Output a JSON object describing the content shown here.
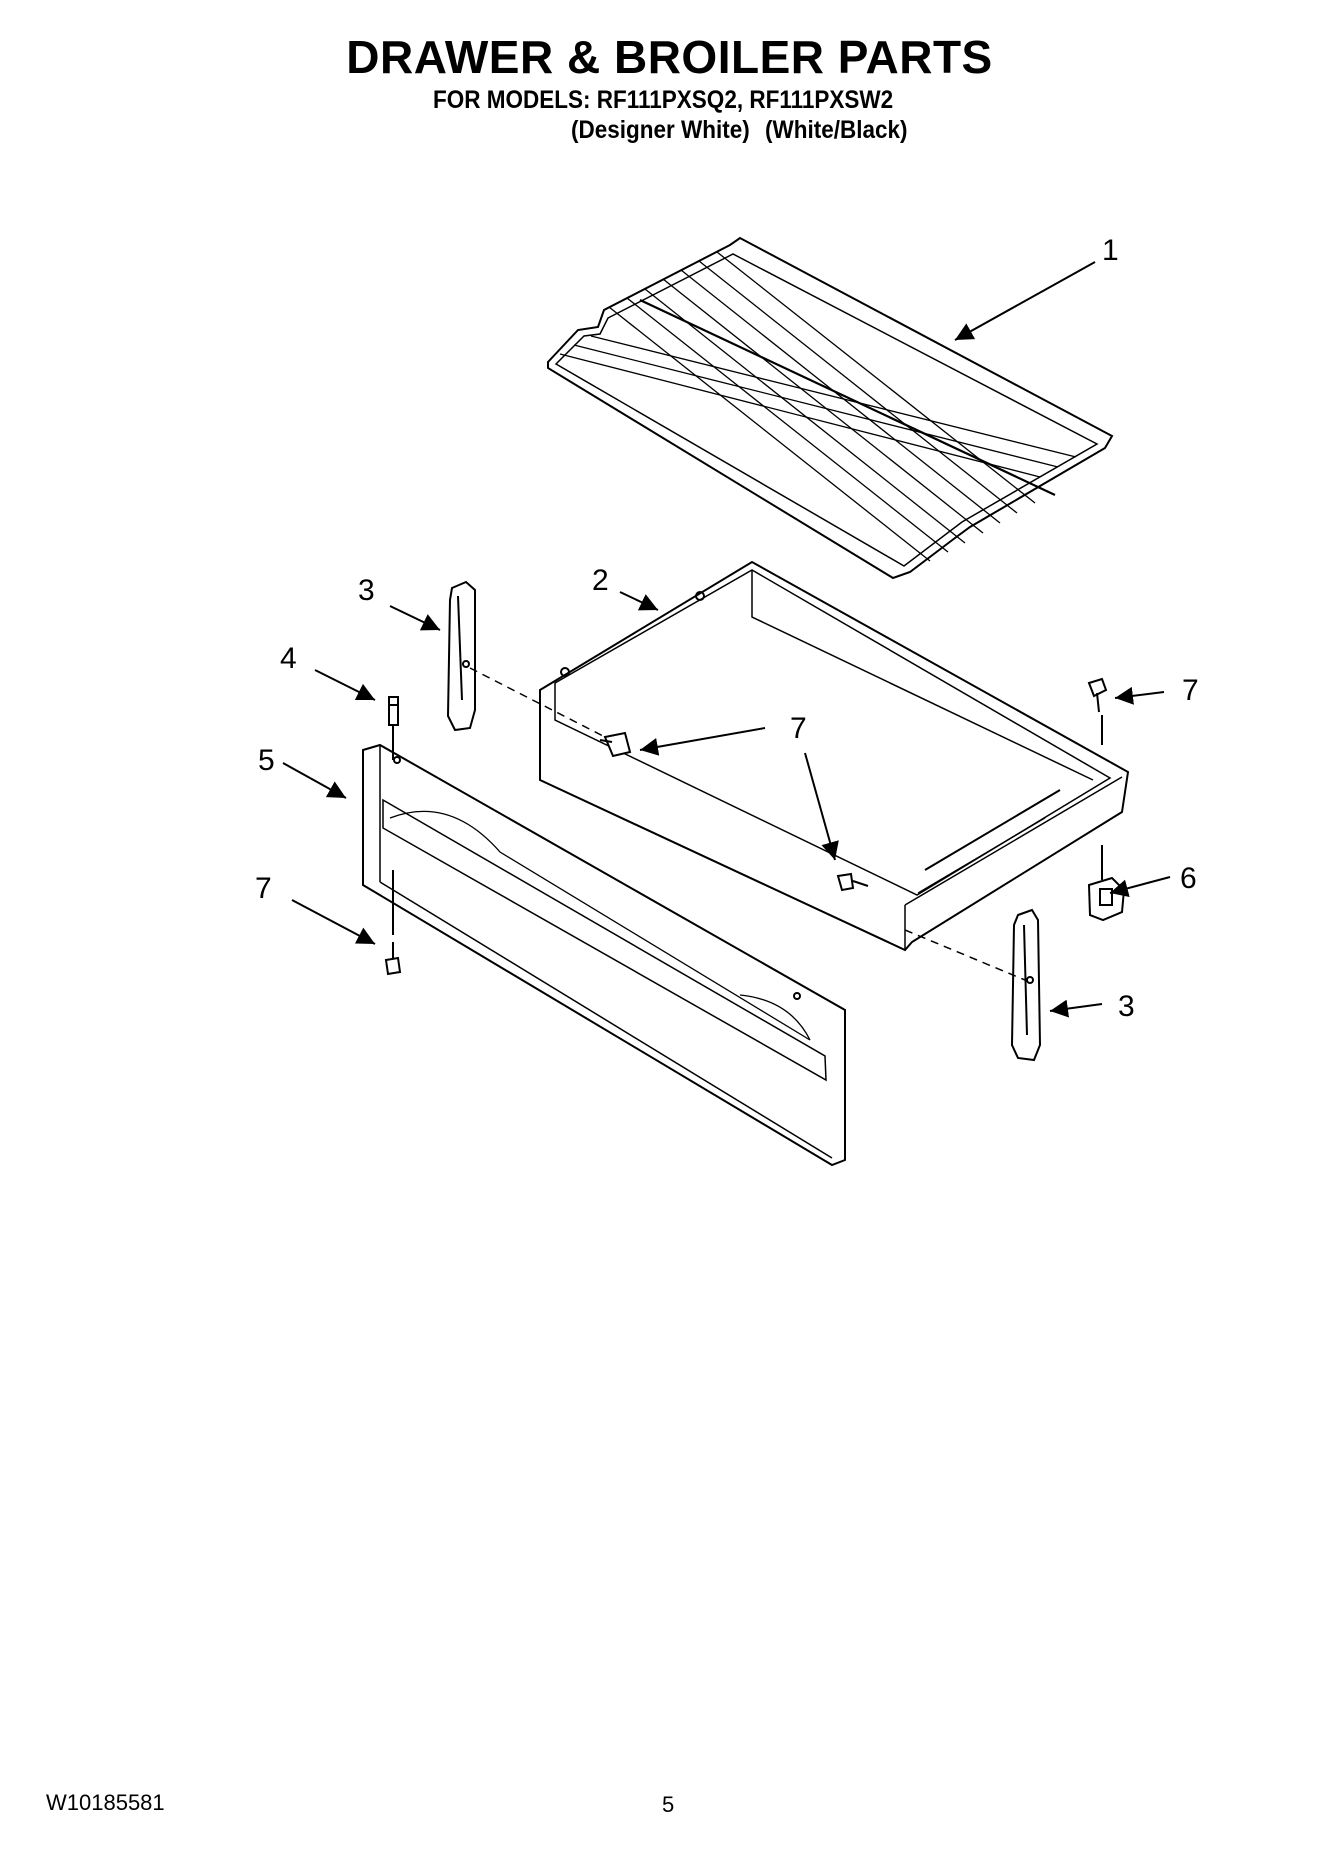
{
  "header": {
    "title": "DRAWER & BROILER PARTS",
    "models_line": "FOR MODELS: RF111PXSQ2, RF111PXSW2",
    "color_1": "(Designer White)",
    "color_2": "(White/Black)"
  },
  "callouts": {
    "c1": "1",
    "c2": "2",
    "c3a": "3",
    "c3b": "3",
    "c4": "4",
    "c5": "5",
    "c6": "6",
    "c7a": "7",
    "c7b": "7",
    "c7c": "7"
  },
  "footer": {
    "doc_number": "W10185581",
    "page_number": "5"
  }
}
